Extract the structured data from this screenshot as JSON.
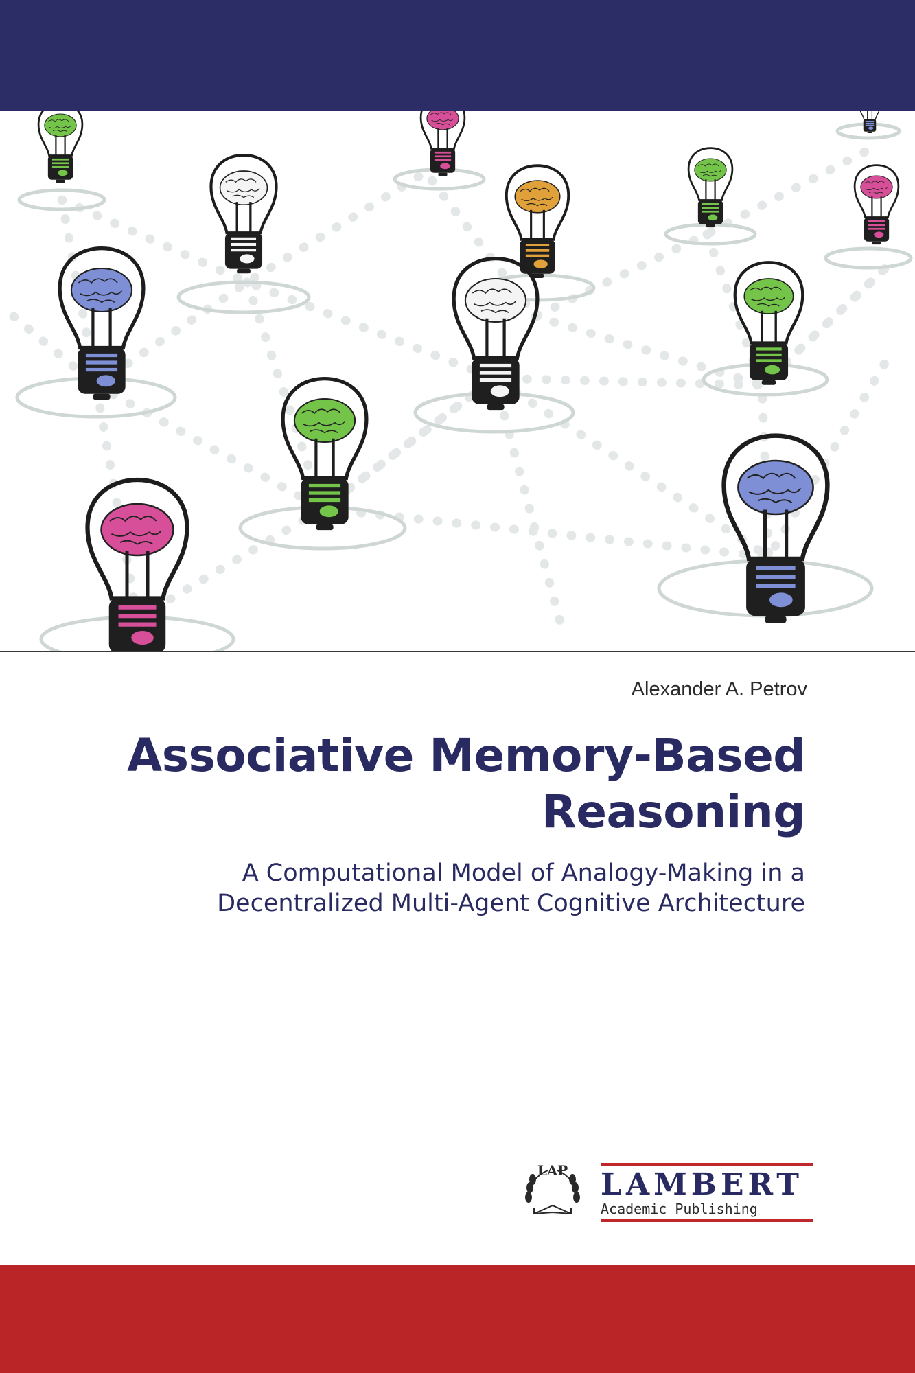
{
  "cover": {
    "author": "Alexander A. Petrov",
    "title_line1": "Associative Memory-Based",
    "title_line2": "Reasoning",
    "subtitle_line1": "A Computational Model of Analogy-Making in a",
    "subtitle_line2": "Decentralized Multi-Agent Cognitive Architecture"
  },
  "publisher": {
    "badge_text": "LAP",
    "name": "LAMBERT",
    "tagline": "Academic Publishing"
  },
  "colors": {
    "top_band": "#2c2d66",
    "bottom_band": "#ba2527",
    "title_text": "#2a2a63",
    "brain_green": "#74c44a",
    "brain_pink": "#d64f98",
    "brain_blue": "#7f8fd6",
    "brain_orange": "#e0a13a",
    "brain_white": "#f4f4f4"
  },
  "illustration": {
    "icon": "lightbulb-brain-network-icon"
  }
}
